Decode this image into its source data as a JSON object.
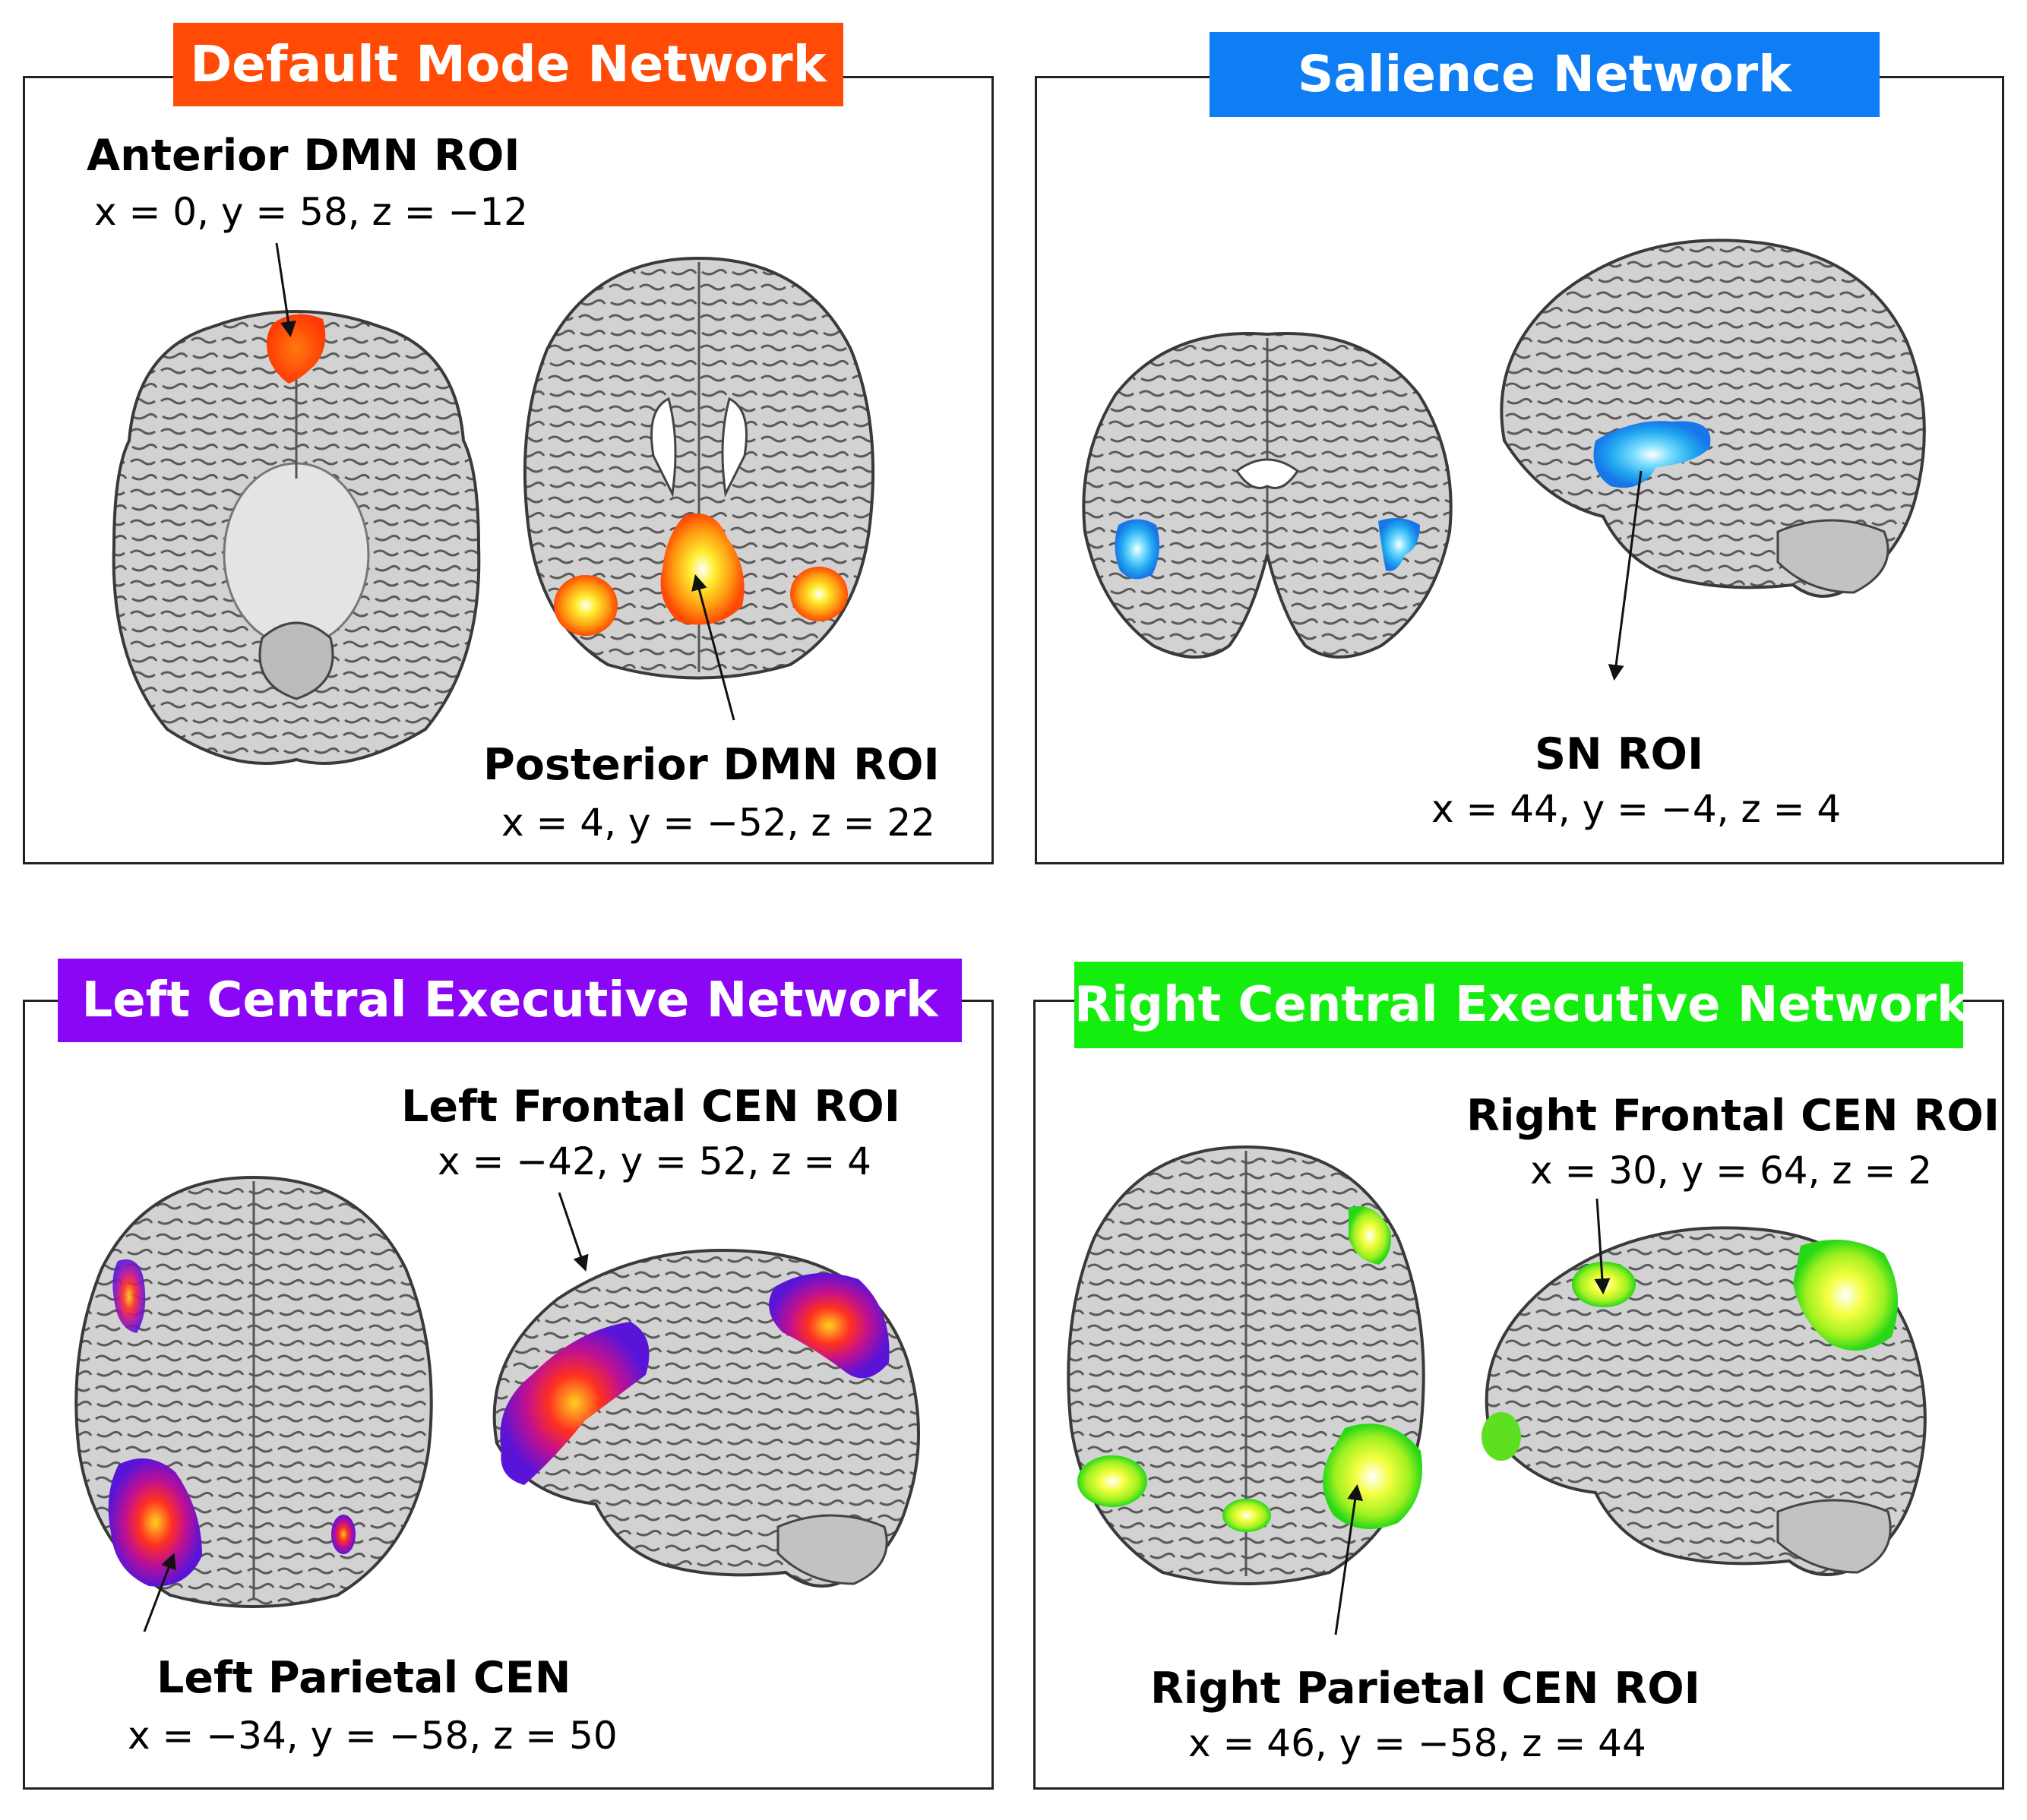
{
  "panels": {
    "dmn": {
      "title": "Default Mode Network",
      "color": "#ff4b06",
      "rois": [
        {
          "label": "Anterior DMN ROI",
          "coords": "x = 0, y = 58, z = −12"
        },
        {
          "label": "Posterior DMN ROI",
          "coords": "x = 4, y = −52, z = 22"
        }
      ]
    },
    "sn": {
      "title": "Salience Network",
      "color": "#0f7ef5",
      "rois": [
        {
          "label": "SN ROI",
          "coords": "x = 44, y = −4, z = 4"
        }
      ]
    },
    "lcen": {
      "title": "Left Central Executive Network",
      "color": "#8a06f5",
      "rois": [
        {
          "label": "Left Frontal CEN ROI",
          "coords": "x = −42, y = 52, z = 4"
        },
        {
          "label": "Left Parietal CEN",
          "coords": "x = −34, y = −58, z = 50"
        }
      ]
    },
    "rcen": {
      "title": "Right Central Executive Network",
      "color": "#14ee0e",
      "rois": [
        {
          "label": "Right Frontal CEN ROI",
          "coords": "x = 30, y = 64, z = 2"
        },
        {
          "label": "Right Parietal CEN ROI",
          "coords": "x = 46,  y = −58, z = 44"
        }
      ]
    }
  },
  "icons": [
    "brain-axial-icon",
    "brain-coronal-icon",
    "brain-sagittal-icon"
  ],
  "colors": {
    "brain_fill": "#cfcfcf",
    "brain_outline": "#3a3a3a",
    "arrow": "#111111"
  }
}
